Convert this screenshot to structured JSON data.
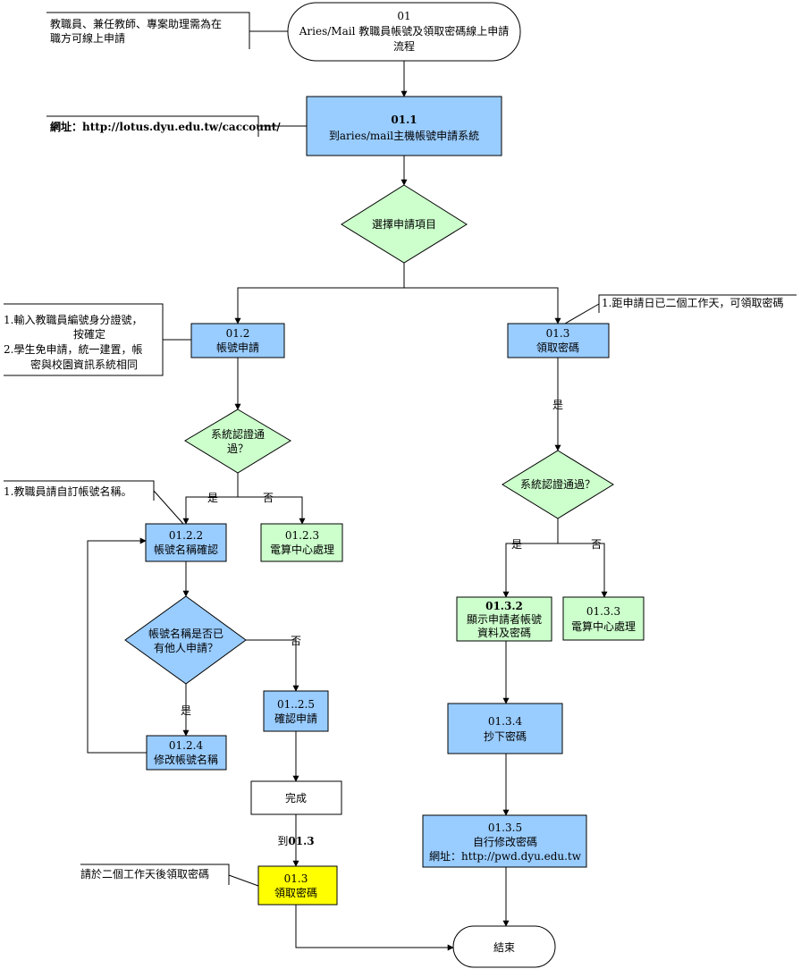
{
  "colors": {
    "process": "#99ccff",
    "decision": "#ccffcc",
    "highlight": "#ffff00",
    "line": "#000000"
  },
  "start": {
    "line1": "01",
    "line2": "Aries/Mail 教職員帳號及領取密碼線上申請",
    "line3": "流程"
  },
  "notes": {
    "eligible_line1": "教職員、兼任教師、專案助理需為在",
    "eligible_line2": "職方可線上申請",
    "url": "網址：http://lotus.dyu.edu.tw/caccount/",
    "apply_line1": "1.輸入教職員編號身分證號，",
    "apply_line2": "按確定",
    "apply_line3": "2.學生免申請，統一建置，帳",
    "apply_line4": "密與校園資訊系統相同",
    "pickup": "1.距申請日已二個工作天，可領取密碼",
    "custom_name": "1.教職員請自訂帳號名稱。",
    "wait": "請於二個工作天後領取密碼"
  },
  "nodes": {
    "n011_id": "01.1",
    "n011_label": "到aries/mail主機帳號申請系統",
    "select": "選擇申請項目",
    "n012_id": "01.2",
    "n012_label": "帳號申請",
    "n013_id": "01.3",
    "n013_label": "領取密碼",
    "verify_left_1": "系統認證通",
    "verify_left_2": "過？",
    "verify_right": "系統認證通過？",
    "n0122_id": "01.2.2",
    "n0122_label": "帳號名稱確認",
    "n0123_id": "01.2.3",
    "n0123_label": "電算中心處理",
    "dup_1": "帳號名稱是否已",
    "dup_2": "有他人申請？",
    "n0124_id": "01.2.4",
    "n0124_label": "修改帳號名稱",
    "n0125_id": "01..2.5",
    "n0125_label": "確認申請",
    "done": "完成",
    "to_prefix": "到",
    "to_target": "01.3",
    "n013b_id": "01.3",
    "n013b_label": "領取密碼",
    "n0132_id": "01.3.2",
    "n0132_l1": "顯示申請者帳號",
    "n0132_l2": "資料及密碼",
    "n0133_id": "01.3.3",
    "n0133_label": "電算中心處理",
    "n0134_id": "01.3.4",
    "n0134_label": "抄下密碼",
    "n0135_id": "01.3.5",
    "n0135_label": "自行修改密碼",
    "n0135_url": "網址：http://pwd.dyu.edu.tw",
    "end": "結束"
  },
  "edge_labels": {
    "yes_left": "是",
    "no_left": "否",
    "yes_dup": "是",
    "no_dup": "否",
    "yes_pickup": "是",
    "yes_right": "是",
    "no_right": "否"
  }
}
